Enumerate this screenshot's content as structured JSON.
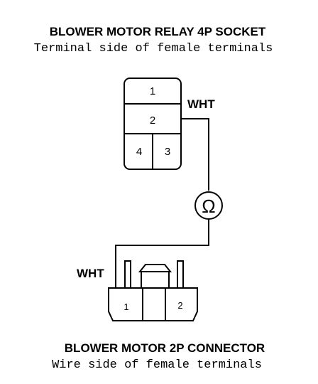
{
  "relay": {
    "title": "BLOWER MOTOR RELAY 4P SOCKET",
    "subtitle": "Terminal side of female terminals",
    "pins": {
      "p1": "1",
      "p2": "2",
      "p3": "3",
      "p4": "4"
    },
    "wire": "WHT"
  },
  "meter": {
    "symbol": "Ω"
  },
  "motor": {
    "title": "BLOWER MOTOR 2P CONNECTOR",
    "subtitle": "Wire side of female terminals",
    "pins": {
      "p1": "1",
      "p2": "2"
    },
    "wire": "WHT"
  }
}
